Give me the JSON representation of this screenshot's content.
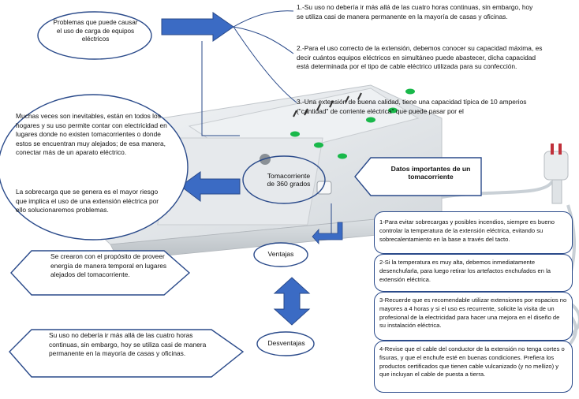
{
  "problems_bubble": "Problemas que puede causar el uso de carga de equipos eléctricos",
  "right_notes": [
    "1.-Su uso no debería ir más allá de las cuatro horas continuas, sin embargo, hoy se utiliza casi de manera permanente en la mayoría de casas y oficinas.",
    "2.-Para el uso correcto de la extensión, debemos conocer su capacidad máxima, es decir cuántos equipos eléctricos en simultáneo puede abastecer, dicha capacidad está determinada por el tipo de cable eléctrico utilizada para su confección.",
    "3.-Una extensión de buena calidad, tiene una capacidad típica de 10 amperios (\"cantidad\" de corriente eléctrica\" que puede pasar por el"
  ],
  "left_paragraphs": [
    "Muchas veces son inevitables, están en todos los hogares y su uso permite contar con electricidad en lugares donde no existen tomacorrientes o donde estos se encuentran muy alejados; de esa manera, conectar más de un aparato eléctrico.",
    "La sobrecarga que se genera es el mayor riesgo que implica el uso de una extensión eléctrica por ello solucionaremos problemas."
  ],
  "center_label": "Tomacorriente de 360 grados",
  "datos_label": "Datos importantes de un tomacorriente",
  "ventajas_label": "Ventajas",
  "ventajas_text": "Se crearon con el propósito de proveer energía de manera temporal en lugares alejados del tomacorriente.",
  "desventajas_label": "Desventajas",
  "desventajas_text": "Su uso no debería ir más allá de las cuatro horas continuas, sin embargo, hoy se utiliza casi de manera permanente en la mayoría de casas y oficinas.",
  "tips": [
    "1-Para evitar sobrecargas y posibles incendios, siempre es bueno controlar la temperatura de la extensión eléctrica, evitando su sobrecalentamiento en la base a través del tacto.",
    "2-Si la temperatura es muy alta, debemos inmediatamente desenchufarla, para luego retirar los artefactos enchufados en la extensión eléctrica.",
    "3-Recuerde que es recomendable utilizar extensiones por espacios no mayores a 4 horas y si el uso es recurrente, solicite la visita de un profesional de la electricidad para hacer una mejora en el diseño de su instalación eléctrica.",
    "4-Revise que el cable del conductor de la extensión no tenga cortes o fisuras, y que el enchufe esté en buenas condiciones. Prefiera los productos certificados que tienen cable vulcanizado (y no mellizo) y que incluyan el cable de puesta a tierra."
  ],
  "colors": {
    "outline": "#2a4a8a",
    "arrow_fill": "#3b6bc4",
    "led": "#19b84a",
    "plug_red": "#c0303a"
  }
}
